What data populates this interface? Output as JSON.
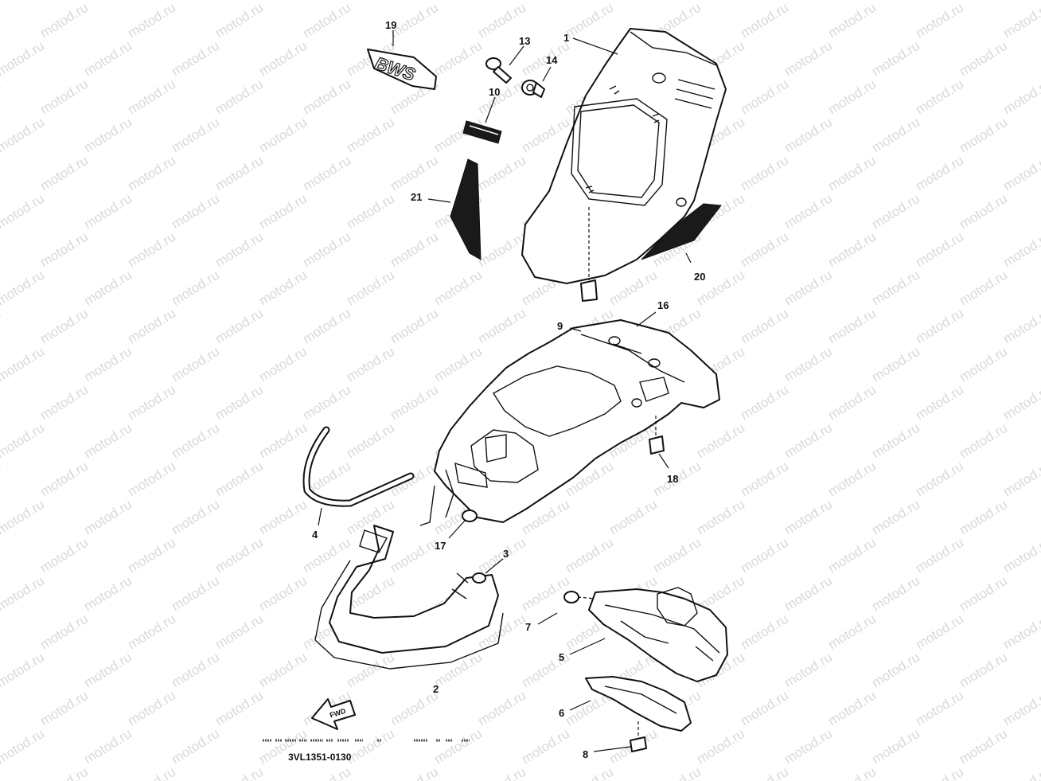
{
  "diagram": {
    "drawing_code": "3VL1351-0130",
    "watermark": "motod.ru",
    "fwd_arrow_text": "FWD",
    "emblem_text": "BWS",
    "callouts": [
      {
        "id": "c1",
        "label": "1"
      },
      {
        "id": "c2",
        "label": "2"
      },
      {
        "id": "c3",
        "label": "3"
      },
      {
        "id": "c4",
        "label": "4"
      },
      {
        "id": "c5",
        "label": "5"
      },
      {
        "id": "c6",
        "label": "6"
      },
      {
        "id": "c7",
        "label": "7"
      },
      {
        "id": "c8",
        "label": "8"
      },
      {
        "id": "c9",
        "label": "9"
      },
      {
        "id": "c10",
        "label": "10"
      },
      {
        "id": "c13",
        "label": "13"
      },
      {
        "id": "c14",
        "label": "14"
      },
      {
        "id": "c16",
        "label": "16"
      },
      {
        "id": "c17",
        "label": "17"
      },
      {
        "id": "c18",
        "label": "18"
      },
      {
        "id": "c19",
        "label": "19"
      },
      {
        "id": "c20",
        "label": "20"
      },
      {
        "id": "c21",
        "label": "21"
      }
    ]
  }
}
